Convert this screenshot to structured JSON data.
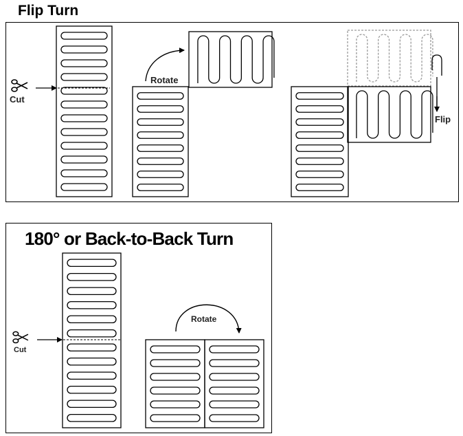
{
  "flip_section": {
    "title": "Flip Turn",
    "cut_label": "Cut",
    "rotate_label": "Rotate",
    "flip_label": "Flip"
  },
  "back_section": {
    "title": "180° or Back-to-Back Turn",
    "cut_label": "Cut",
    "rotate_label": "Rotate"
  },
  "colors": {
    "line": "#000000",
    "ghost": "#9a9a9a",
    "text": "#222222"
  },
  "icons": [
    "scissors-icon",
    "arrow-icon",
    "curved-arrow-icon"
  ]
}
